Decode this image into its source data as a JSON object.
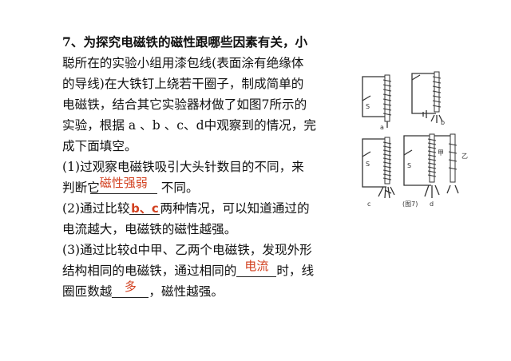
{
  "question": {
    "line1": "7、为探究电磁铁的磁性跟哪些因素有关，小",
    "line2": "聪所在的实验小组用漆包线(表面涂有绝缘体",
    "line3": "的导线)在大铁钉上绕若干圈子，制成简单的",
    "line4": "电磁铁，结合其它实验器材做了如图7所示的",
    "line5": "实验，根据 a 、b 、c、d中观察到的情况，完",
    "line6": "成下面填空。"
  },
  "q1": {
    "line1": "(1)过观察电磁铁吸引大头针数目的不同，来",
    "prefix": "判断它",
    "answer": "磁性强弱",
    "suffix": "不同。"
  },
  "q2": {
    "prefix": "(2)通过比较",
    "answer": "b、c",
    "suffix": "两种情况，可以知道通过的",
    "line2": "电流越大，电磁铁的磁性越强。"
  },
  "q3": {
    "line1": "(3)通过比较d中甲、乙两个电磁铁，发现外形",
    "line2_prefix": "结构相同的电磁铁，通过相同的",
    "answer1": "电流",
    "line2_suffix": "时，线",
    "line3_prefix": "圈匝数越",
    "answer2": "多",
    "line3_suffix": "，磁性越强。"
  },
  "figure": {
    "switch_label": "S",
    "label_a": "a",
    "label_b": "b",
    "label_c": "c",
    "label_d": "d",
    "caption": "(图7)",
    "label_jia": "甲",
    "label_yi": "乙"
  }
}
